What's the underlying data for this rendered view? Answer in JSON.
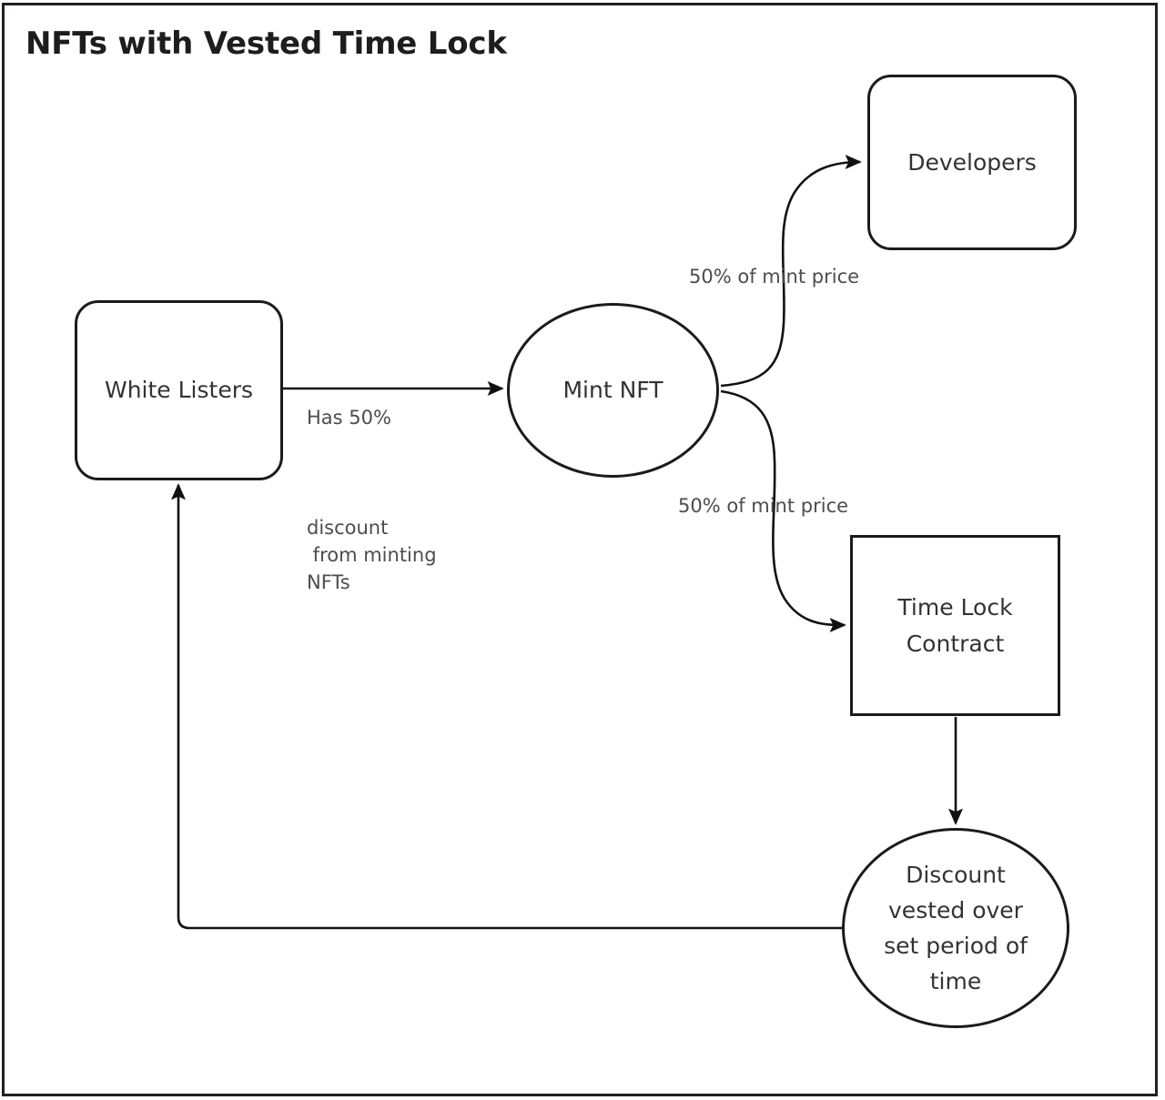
{
  "page": {
    "title": "NFTs with Vested Time Lock",
    "background_color": "#ffffff",
    "frame_color": "#231f20",
    "node_stroke_color": "#1b1b1b",
    "node_text_color": "#333333",
    "edge_label_color": "#4d4d4d"
  },
  "nodes": {
    "white_listers": {
      "label": "White Listers",
      "shape": "rounded-rectangle"
    },
    "mint_nft": {
      "label": "Mint NFT",
      "shape": "ellipse"
    },
    "developers": {
      "label": "Developers",
      "shape": "rounded-rectangle"
    },
    "time_lock_contract": {
      "label": "Time Lock\nContract",
      "shape": "rectangle"
    },
    "discount_vested": {
      "label": "Discount\nvested over\nset period of\ntime",
      "shape": "circle"
    }
  },
  "edges": {
    "white_listers_to_mint": {
      "label_top": "Has 50%",
      "label_bottom": "discount\n from minting\nNFTs",
      "from": "white_listers",
      "to": "mint_nft"
    },
    "mint_to_developers": {
      "label": "50% of mint price",
      "from": "mint_nft",
      "to": "developers"
    },
    "mint_to_time_lock": {
      "label": "50% of mint price",
      "from": "mint_nft",
      "to": "time_lock_contract"
    },
    "time_lock_to_discount": {
      "label": "",
      "from": "time_lock_contract",
      "to": "discount_vested"
    },
    "discount_to_white_listers": {
      "label": "",
      "from": "discount_vested",
      "to": "white_listers"
    }
  }
}
